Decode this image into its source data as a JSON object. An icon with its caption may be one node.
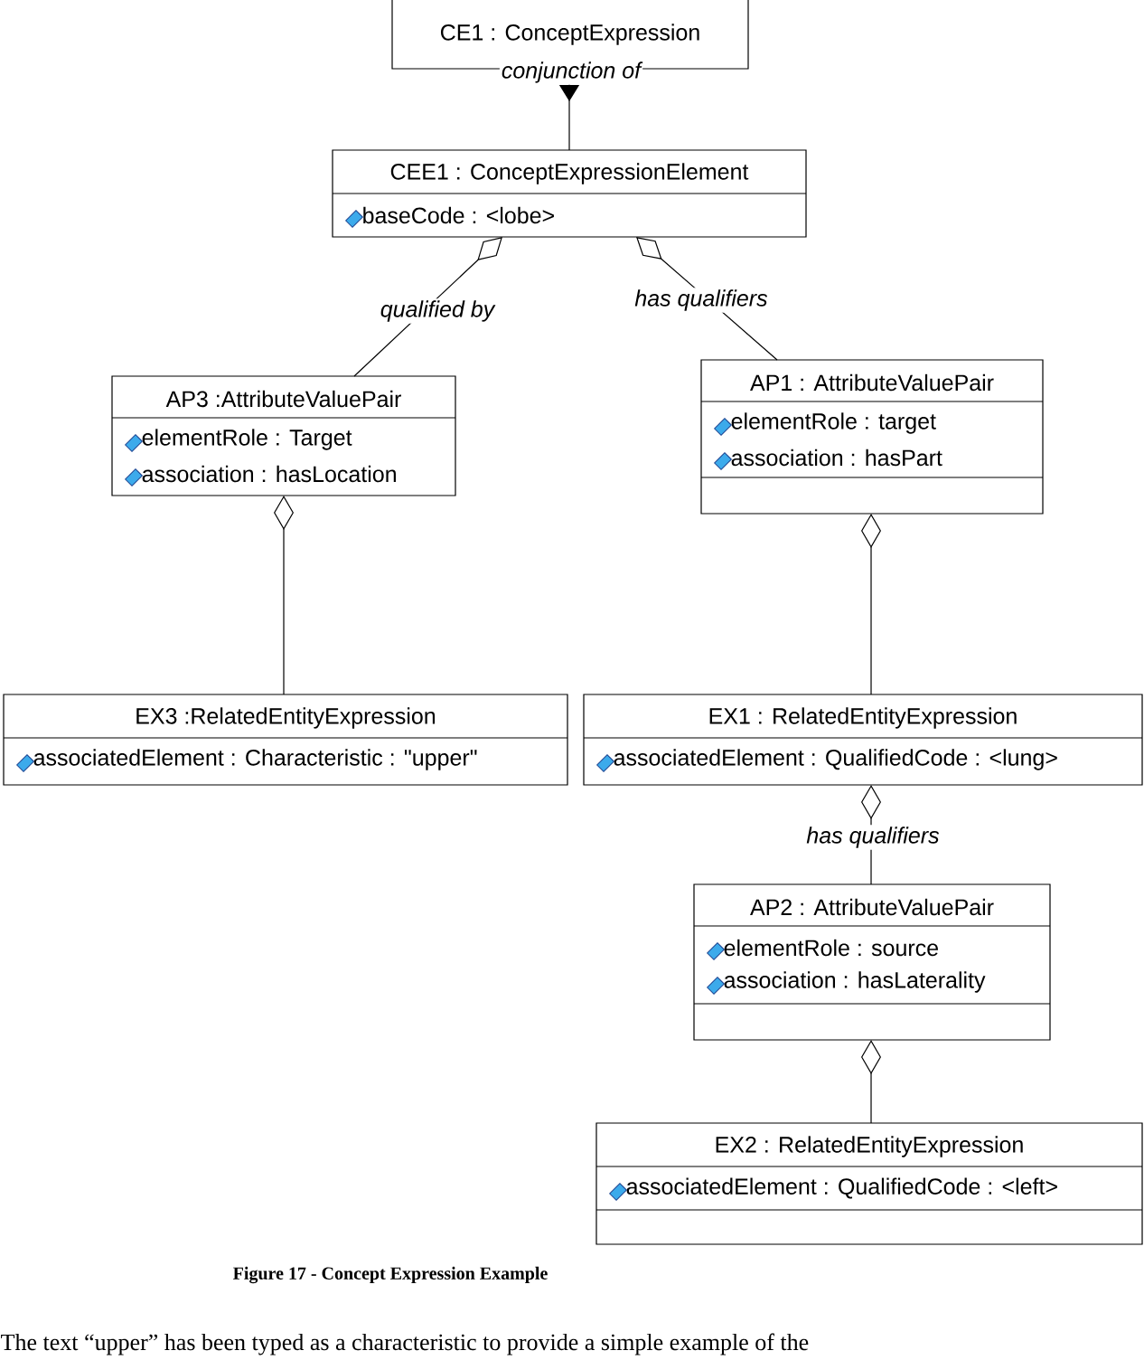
{
  "diagram": {
    "caption": "Figure 17 - Concept Expression Example",
    "nodes": [
      {
        "text": [
          "CE1 : ConceptExpression"
        ]
      },
      {
        "text": [
          "CEE1 : ConceptExpressionElement",
          "baseCode : <lobe>"
        ]
      },
      {
        "text": [
          "AP3 :AttributeValuePair",
          "elementRole : Target",
          "association : hasLocation"
        ]
      },
      {
        "text": [
          "AP1 : AttributeValuePair",
          "elementRole : target",
          "association : hasPart"
        ]
      },
      {
        "text": [
          "EX3 :RelatedEntityExpression",
          "associatedElement : Characteristic : \"upper\""
        ]
      },
      {
        "text": [
          "EX1 : RelatedEntityExpression",
          "associatedElement : QualifiedCode : <lung>"
        ]
      },
      {
        "text": [
          "AP2 : AttributeValuePair",
          "elementRole : source",
          "association : hasLaterality"
        ]
      },
      {
        "text": [
          "EX2 : RelatedEntityExpression",
          "associatedElement : QualifiedCode : <left>"
        ]
      }
    ],
    "edges": [
      {
        "from": 0,
        "to": 1,
        "arrow": "to",
        "label": "conjunction of"
      },
      {
        "from": 1,
        "to": 2,
        "arrow": "other",
        "label": "qualified by"
      },
      {
        "from": 1,
        "to": 3,
        "arrow": "other",
        "label": "has qualifiers"
      },
      {
        "from": 2,
        "to": 4,
        "arrow": "other"
      },
      {
        "from": 3,
        "to": 5,
        "arrow": "other"
      },
      {
        "from": 5,
        "to": 6,
        "arrow": "other",
        "label": "has qualifiers"
      },
      {
        "from": 6,
        "to": 7,
        "arrow": "other"
      }
    ],
    "labels": [
      "The text “upper” has been typed as a characteristic to provide a simple example of the"
    ]
  }
}
